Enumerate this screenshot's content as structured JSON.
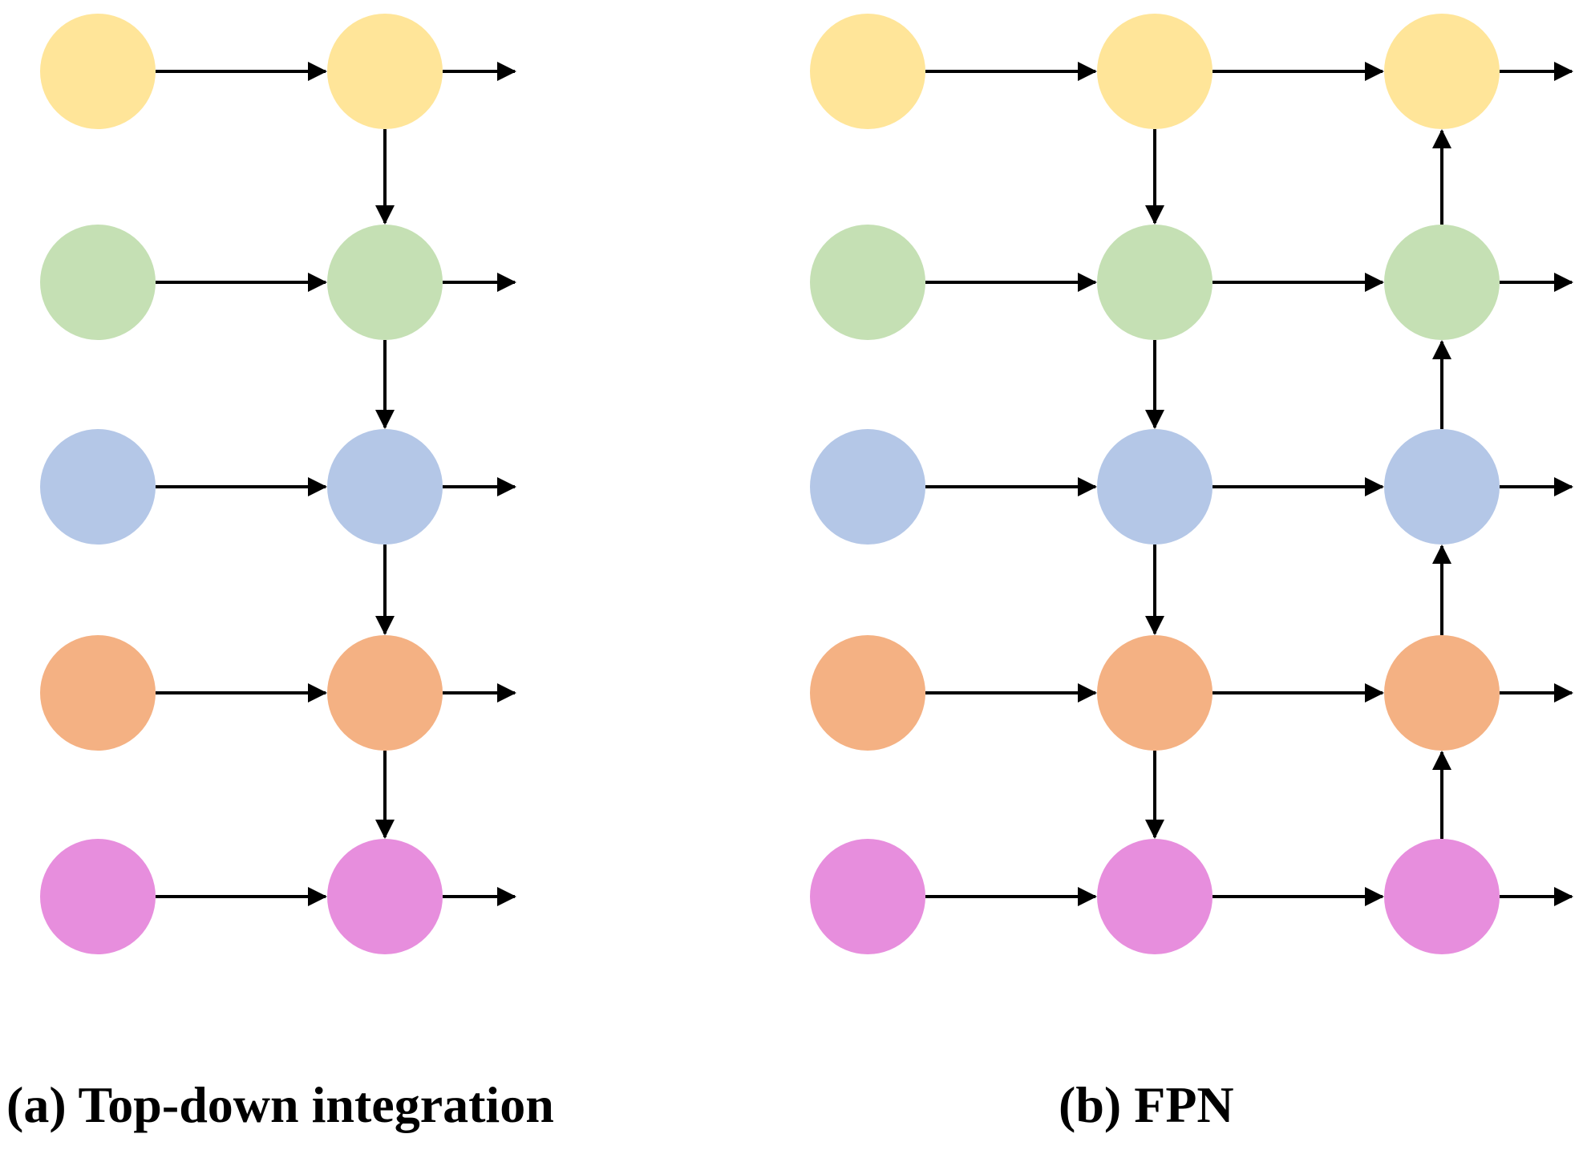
{
  "level_colors": [
    "#FFE599",
    "#C5E0B4",
    "#B4C7E7",
    "#F4B183",
    "#E78EDD"
  ],
  "arrow_color": "#000000",
  "panels": [
    {
      "id": "a",
      "caption": "(a) Top-down integration",
      "pathway": "top-down"
    },
    {
      "id": "b",
      "caption": "(b) FPN",
      "pathway": "top-down-and-bottom-up"
    }
  ]
}
